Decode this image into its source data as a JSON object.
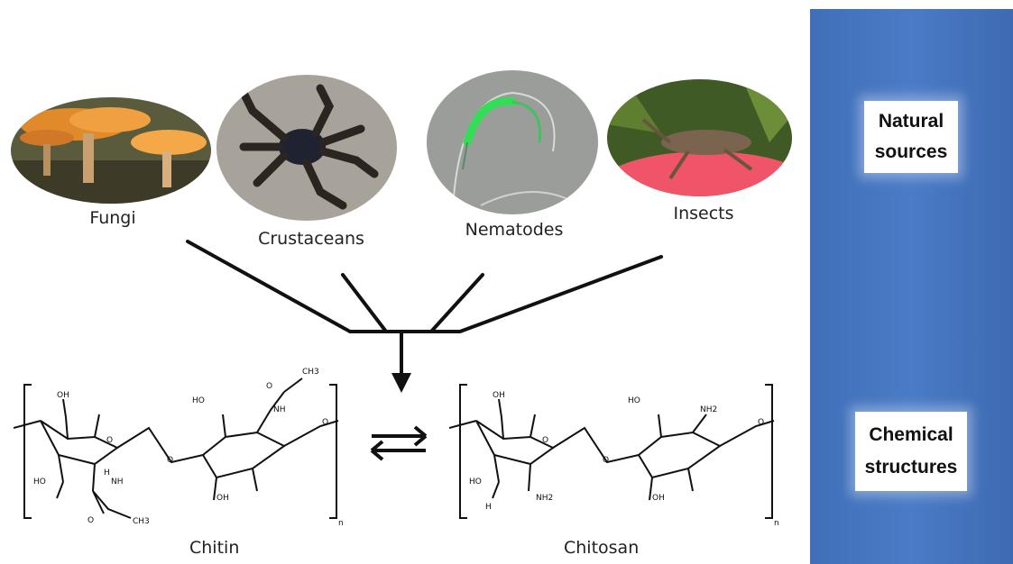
{
  "sources": [
    {
      "id": "fungi",
      "label": "Fungi"
    },
    {
      "id": "crustaceans",
      "label": "Crustaceans"
    },
    {
      "id": "nematodes",
      "label": "Nematodes"
    },
    {
      "id": "insects",
      "label": "Insects"
    }
  ],
  "sidebar": {
    "natural_sources": "Natural sources",
    "chemical_structures": "Chemical structures",
    "color": "#4676c0"
  },
  "structures": {
    "chitin": {
      "name": "Chitin",
      "atoms": {
        "oh": "OH",
        "h": "H",
        "o": "O",
        "ho": "HO",
        "nh": "NH",
        "ch3": "CH3",
        "n": "n"
      }
    },
    "chitosan": {
      "name": "Chitosan",
      "atoms": {
        "oh": "OH",
        "h": "H",
        "o": "O",
        "ho": "HO",
        "nh2": "NH2",
        "n": "n"
      }
    }
  }
}
